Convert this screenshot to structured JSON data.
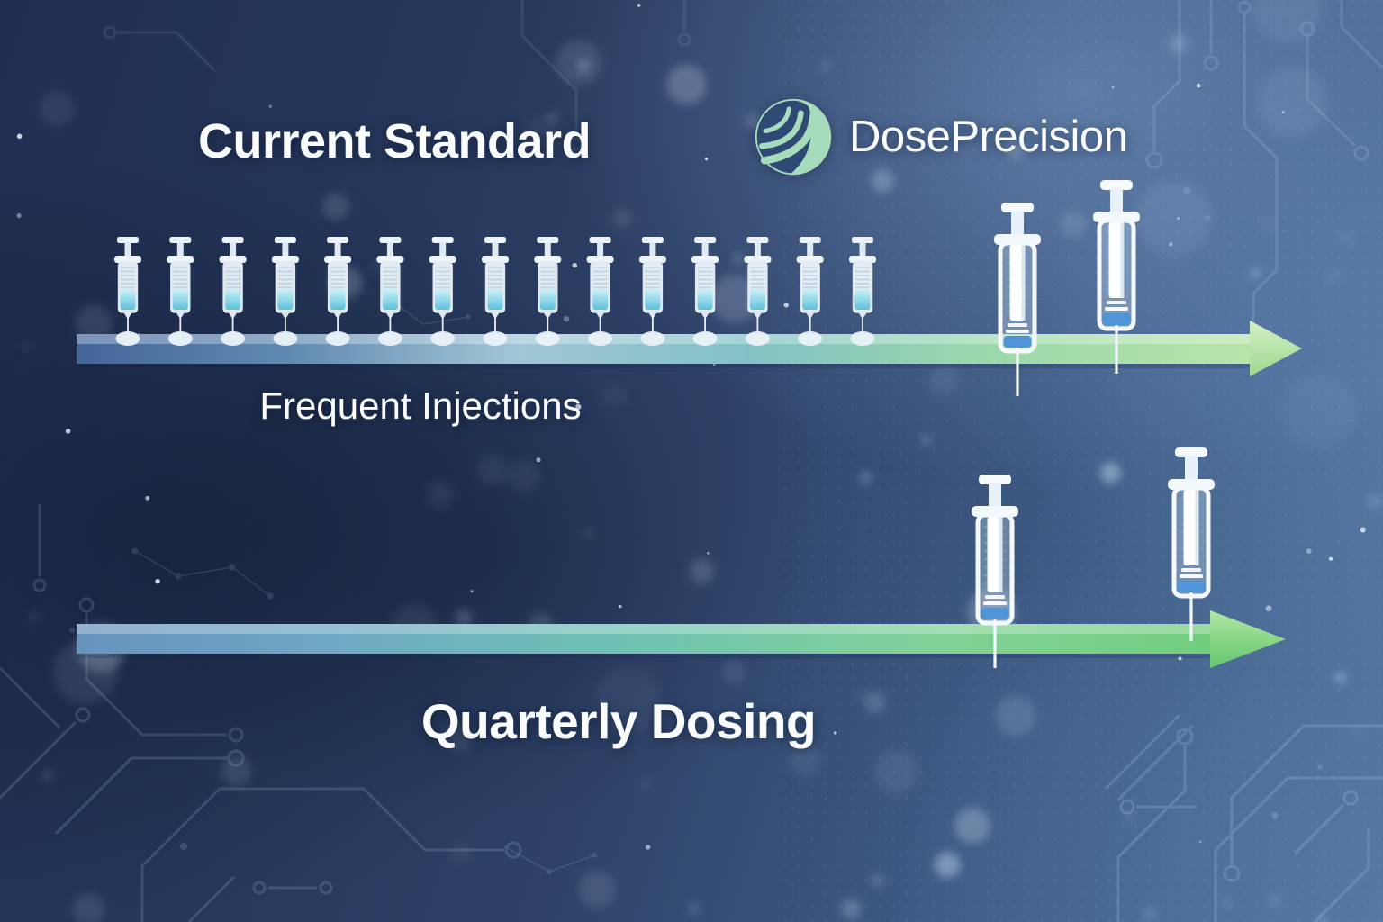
{
  "header": {
    "left_title": "Current Standard",
    "brand_name": "DosePrecision"
  },
  "timelines": [
    {
      "id": "current-standard",
      "label": "Frequent Injections",
      "small_syringe_count": 15,
      "large_syringe_count": 2,
      "arrow_colors": {
        "start": "#44659a",
        "mid": "#82c2c5",
        "end": "#bce7a9"
      }
    },
    {
      "id": "quarterly-dosing",
      "label": "Quarterly Dosing",
      "small_syringe_count": 0,
      "large_syringe_count": 2,
      "arrow_colors": {
        "start": "#6792bd",
        "mid": "#6fc3b2",
        "end": "#6ecc78"
      }
    }
  ],
  "colors": {
    "background_navy": "#22304f",
    "background_light": "#5d80ad",
    "logo_mint": "#a6dcbc",
    "text_white": "#fafcfe",
    "syringe_liquid_cyan": "#5fc0dc",
    "syringe_liquid_blue": "#4f94d6",
    "arrow_head_green_1": "#9ed690",
    "arrow_head_green_2": "#63c76e"
  }
}
